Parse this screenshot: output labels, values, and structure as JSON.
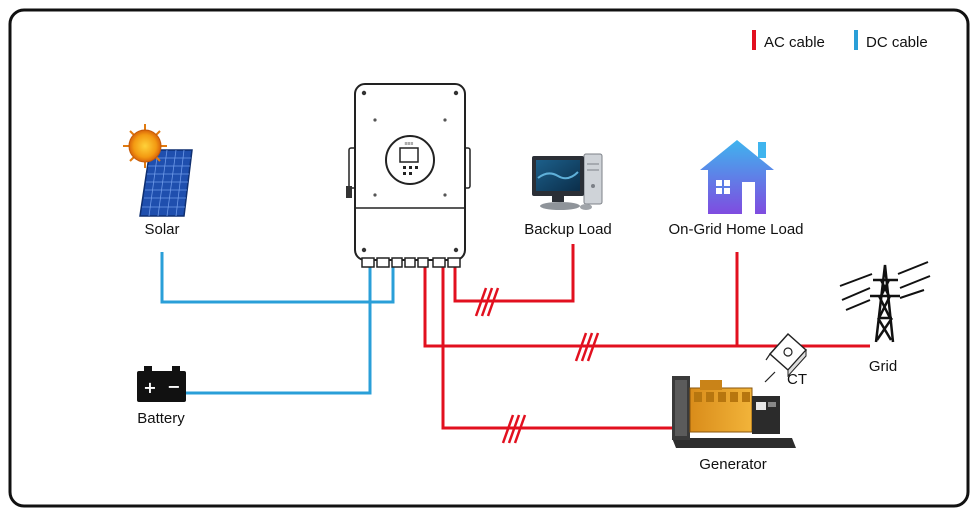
{
  "legend": {
    "ac_label": "AC cable",
    "dc_label": "DC cable"
  },
  "labels": {
    "solar": "Solar",
    "battery": "Battery",
    "backup_load": "Backup Load",
    "on_grid_home_load": "On-Grid Home Load",
    "ct": "CT",
    "grid": "Grid",
    "generator": "Generator"
  },
  "colors": {
    "ac": "#e2101f",
    "dc": "#2a9fd8",
    "frame": "#111111"
  },
  "icons": [
    "solar-panel-icon",
    "sun-icon",
    "battery-icon",
    "inverter-icon",
    "desktop-computer-icon",
    "house-icon",
    "current-transformer-icon",
    "transmission-tower-icon",
    "generator-icon"
  ]
}
